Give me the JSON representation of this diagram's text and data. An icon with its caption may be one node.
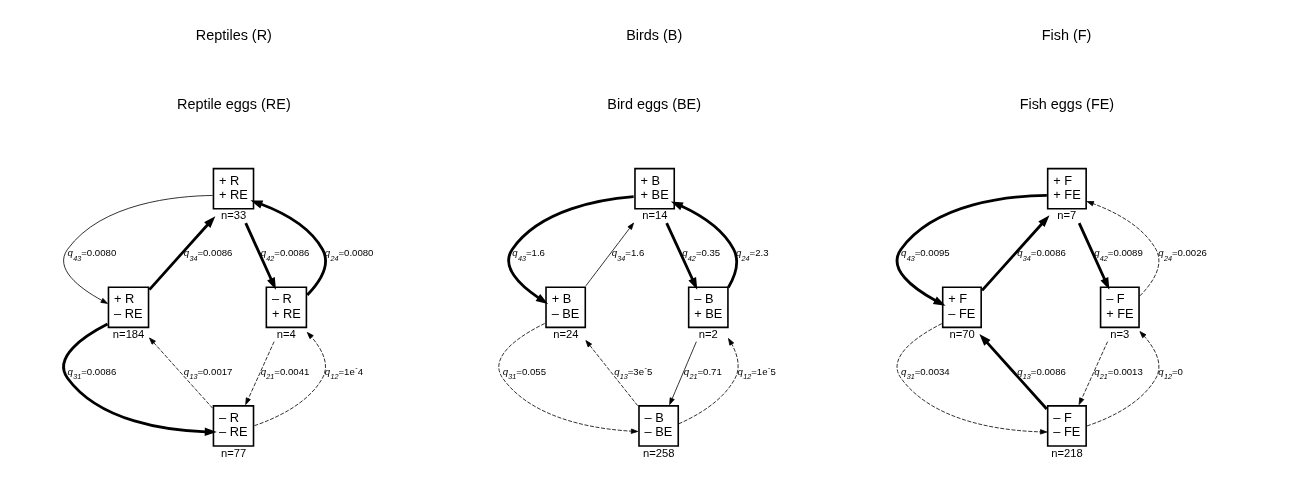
{
  "diagram": {
    "nodes": [
      {
        "text": [
          "+ R",
          "+ RE"
        ],
        "beside": [
          "n=33"
        ]
      },
      {
        "text": [
          "+ R",
          "– RE"
        ],
        "beside": [
          "n=184"
        ]
      },
      {
        "text": [
          "– R",
          "+ RE"
        ],
        "beside": [
          "n=4"
        ]
      },
      {
        "text": [
          "– R",
          "– RE"
        ],
        "beside": [
          "n=77"
        ]
      },
      {
        "text": [
          "+ B",
          "+ BE"
        ],
        "beside": [
          "n=14"
        ]
      },
      {
        "text": [
          "+ B",
          "– BE"
        ],
        "beside": [
          "n=24"
        ]
      },
      {
        "text": [
          "– B",
          "+ BE"
        ],
        "beside": [
          "n=2"
        ]
      },
      {
        "text": [
          "– B",
          "– BE"
        ],
        "beside": [
          "n=258"
        ]
      },
      {
        "text": [
          "+ F",
          "+ FE"
        ],
        "beside": [
          "n=7"
        ]
      },
      {
        "text": [
          "+ F",
          "– FE"
        ],
        "beside": [
          "n=70"
        ]
      },
      {
        "text": [
          "– F",
          "+ FE"
        ],
        "beside": [
          "n=3"
        ]
      },
      {
        "text": [
          "– F",
          "– FE"
        ],
        "beside": [
          "n=218"
        ]
      }
    ],
    "edges": [
      {
        "from": 0,
        "to": 1,
        "arrow": "to",
        "label": "*q*$_{43}$=0.0080"
      },
      {
        "from": 1,
        "to": 0,
        "arrow": "to",
        "label": "*q*$_{34}$=0.0086",
        "style": "thick"
      },
      {
        "from": 0,
        "to": 2,
        "arrow": "to",
        "label": "*q*$_{42}$=0.0086",
        "style": "thick"
      },
      {
        "from": 2,
        "to": 0,
        "arrow": "to",
        "label": "*q*$_{24}$=0.0080",
        "style": "thick"
      },
      {
        "from": 1,
        "to": 3,
        "arrow": "to",
        "label": "*q*$_{31}$=0.0086",
        "style": "thick"
      },
      {
        "from": 3,
        "to": 1,
        "arrow": "to",
        "label": "*q*$_{13}$=0.0017",
        "style": "dashed"
      },
      {
        "from": 2,
        "to": 3,
        "arrow": "to",
        "label": "*q*$_{21}$=0.0041",
        "style": "dashed"
      },
      {
        "from": 3,
        "to": 2,
        "arrow": "to",
        "label": "*q*$_{12}$=1e$^{-}$4",
        "style": "dashed"
      },
      {
        "from": 4,
        "to": 5,
        "arrow": "to",
        "label": "*q*$_{43}$=1.6",
        "style": "thick"
      },
      {
        "from": 5,
        "to": 4,
        "arrow": "to",
        "label": "*q*$_{34}$=1.6"
      },
      {
        "from": 4,
        "to": 6,
        "arrow": "to",
        "label": "*q*$_{42}$=0.35",
        "style": "thick"
      },
      {
        "from": 6,
        "to": 4,
        "arrow": "to",
        "label": "*q*$_{24}$=2.3",
        "style": "thick"
      },
      {
        "from": 5,
        "to": 7,
        "arrow": "to",
        "label": "*q*$_{31}$=0.055",
        "style": "dashed"
      },
      {
        "from": 7,
        "to": 5,
        "arrow": "to",
        "label": "*q*$_{13}$=3e$^{-}$5",
        "style": "dashed"
      },
      {
        "from": 6,
        "to": 7,
        "arrow": "to",
        "label": "*q*$_{21}$=0.71"
      },
      {
        "from": 7,
        "to": 6,
        "arrow": "to",
        "label": "*q*$_{12}$=1e$^{-}$5",
        "style": "dashed"
      },
      {
        "from": 8,
        "to": 9,
        "arrow": "to",
        "label": "*q*$_{43}$=0.0095",
        "style": "thick"
      },
      {
        "from": 9,
        "to": 8,
        "arrow": "to",
        "label": "*q*$_{34}$=0.0086",
        "style": "thick"
      },
      {
        "from": 8,
        "to": 10,
        "arrow": "to",
        "label": "*q*$_{42}$=0.0089",
        "style": "thick"
      },
      {
        "from": 10,
        "to": 8,
        "arrow": "to",
        "label": "*q*$_{24}$=0.0026",
        "style": "dashed"
      },
      {
        "from": 9,
        "to": 11,
        "arrow": "to",
        "label": "*q*$_{31}$=0.0034",
        "style": "dashed"
      },
      {
        "from": 11,
        "to": 9,
        "arrow": "to",
        "label": "*q*$_{13}$=0.0086",
        "style": "thick"
      },
      {
        "from": 10,
        "to": 11,
        "arrow": "to",
        "label": "*q*$_{21}$=0.0013",
        "style": "dashed"
      },
      {
        "from": 11,
        "to": 10,
        "arrow": "to",
        "label": "*q*$_{12}$=0",
        "style": "dashed"
      }
    ],
    "labels": [
      "Reptiles (R)",
      "Reptile eggs (RE)",
      "Birds (B)",
      "Bird eggs (BE)",
      "Fish (F)",
      "Fish eggs (FE)"
    ]
  }
}
